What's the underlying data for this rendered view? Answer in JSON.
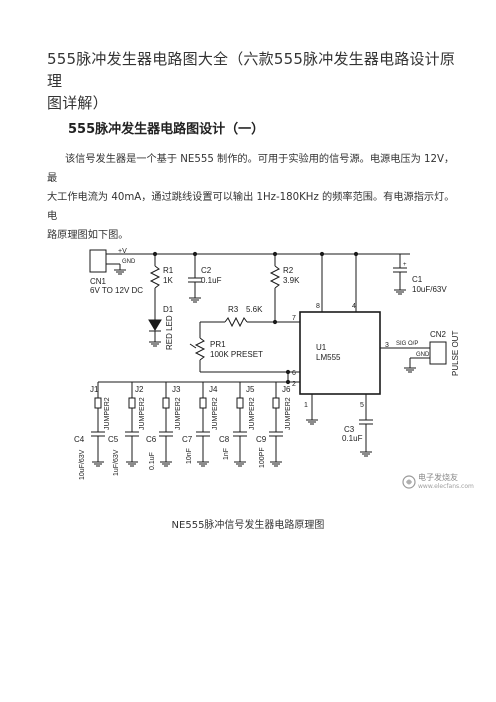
{
  "doc": {
    "title_lines": [
      "555脉冲发生器电路图大全（六款555脉冲发生器电路设计原理",
      "图详解）"
    ],
    "section_heading": "555脉冲发生器电路图设计（一）",
    "paragraph_lines": [
      "该信号发生器是一个基于 NE555 制作的。可用于实验用的信号源。电源电压为 12V，最",
      "大工作电流为 40mA，通过跳线设置可以输出 1Hz-180KHz 的频率范围。有电源指示灯。电",
      "路原理图如下图。"
    ],
    "caption": "NE555脉冲信号发生器电路原理图"
  },
  "schematic": {
    "cn1": {
      "ref": "CN1",
      "value": "6V TO 12V DC",
      "pin_plus": "+V",
      "pin_gnd": "GND"
    },
    "r1": {
      "ref": "R1",
      "value": "1K"
    },
    "c2": {
      "ref": "C2",
      "value": "0.1uF"
    },
    "r2": {
      "ref": "R2",
      "value": "3.9K"
    },
    "c1": {
      "ref": "C1",
      "value": "10uF/63V"
    },
    "d1": {
      "ref": "D1",
      "value": "RED LED"
    },
    "r3": {
      "ref": "R3",
      "value": "5.6K"
    },
    "pr1": {
      "ref": "PR1",
      "value": "100K PRESET"
    },
    "u1": {
      "ref": "U1",
      "value": "LM555",
      "pins": {
        "p8": "8",
        "p4": "4",
        "p7": "7",
        "p3": "3",
        "p6": "6",
        "p2": "2",
        "p1": "1",
        "p5": "5"
      }
    },
    "cn2": {
      "ref": "CN2",
      "sig": "SIG O/P",
      "gnd": "GND",
      "label": "PULSE OUT"
    },
    "c3": {
      "ref": "C3",
      "value": "0.1uF"
    },
    "jumpers": [
      {
        "ref": "J1",
        "name": "JUMPER2"
      },
      {
        "ref": "J2",
        "name": "JUMPER2"
      },
      {
        "ref": "J3",
        "name": "JUMPER2"
      },
      {
        "ref": "J4",
        "name": "JUMPER2"
      },
      {
        "ref": "J5",
        "name": "JUMPER2"
      },
      {
        "ref": "J6",
        "name": "JUMPER2"
      }
    ],
    "timing_caps": [
      {
        "ref": "C4",
        "value": "10uF/63V"
      },
      {
        "ref": "C5",
        "value": "1uF/63V"
      },
      {
        "ref": "C6",
        "value": "0.1uF"
      },
      {
        "ref": "C7",
        "value": "10nF"
      },
      {
        "ref": "C8",
        "value": "1nF"
      },
      {
        "ref": "C9",
        "value": "100PF"
      }
    ]
  },
  "watermark": {
    "name": "电子发烧友",
    "url": "www.elecfans.com"
  },
  "colors": {
    "text": "#333333",
    "line": "#1a1a1a",
    "ic_fill": "#ffffff"
  }
}
